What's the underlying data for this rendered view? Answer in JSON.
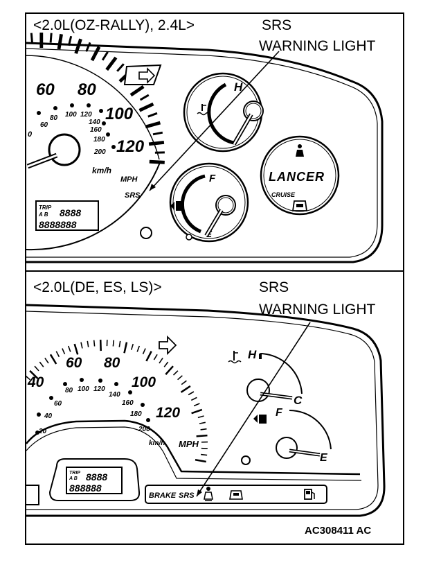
{
  "top_panel": {
    "variant_label": "<2.0L(OZ-RALLY), 2.4L>",
    "callout_line1": "SRS",
    "callout_line2": "WARNING LIGHT",
    "speedo_labels": [
      "60",
      "80",
      "100",
      "120"
    ],
    "kmh_labels": [
      "60",
      "80",
      "100",
      "120",
      "140",
      "160",
      "180",
      "200"
    ],
    "kmh_unit": "km/h",
    "mph_unit": "MPH",
    "srs_lamp": "SRS",
    "trip_label": "TRIP",
    "trip_ab": "A B",
    "odo_digits": "8888888",
    "trip_digits": "8888",
    "temp_high": "H",
    "fuel_full": "F",
    "fuel_empty": "E",
    "badge": "LANCER",
    "cruise_label": "CRUISE",
    "left_partial": "0"
  },
  "bottom_panel": {
    "variant_label": "<2.0L(DE, ES, LS)>",
    "callout_line1": "SRS",
    "callout_line2": "WARNING LIGHT",
    "speedo_labels": [
      "40",
      "60",
      "80",
      "100",
      "120"
    ],
    "kmh_labels": [
      "20",
      "40",
      "60",
      "80",
      "100",
      "120",
      "140",
      "160",
      "180",
      "200"
    ],
    "kmh_unit": "km/h",
    "mph_unit": "MPH",
    "trip_label": "TRIP",
    "trip_ab": "A B",
    "odo_digits": "888888",
    "trip_digits": "8888",
    "temp_high": "H",
    "temp_cold": "C",
    "fuel_full": "F",
    "fuel_empty": "E",
    "brake_lamp": "BRAKE",
    "srs_lamp": "SRS"
  },
  "figure_id": "AC308411 AC"
}
